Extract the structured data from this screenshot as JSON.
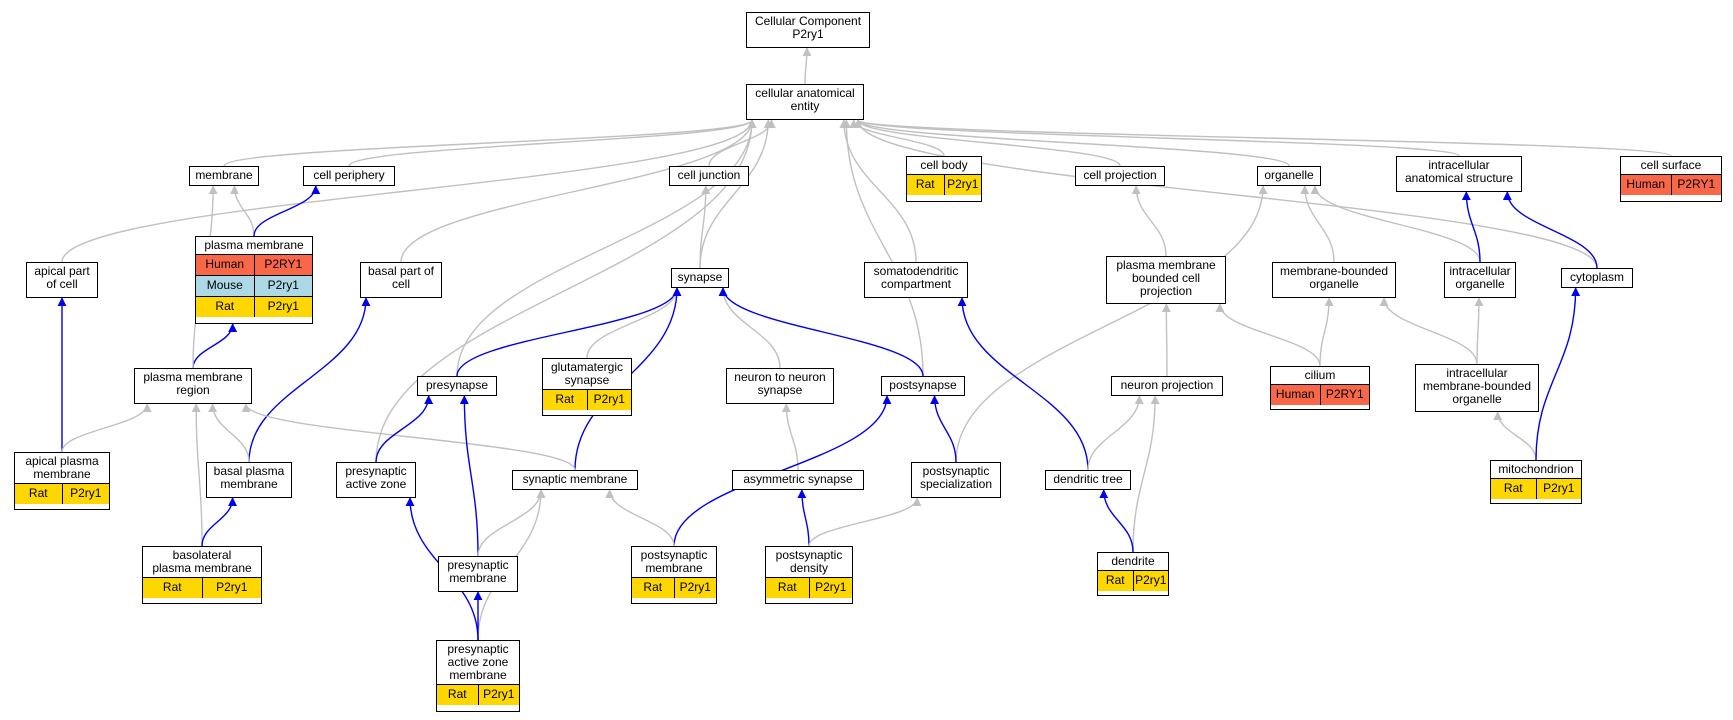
{
  "colors": {
    "gray_edge": "#c0c0c0",
    "blue_edge": "#0000ee",
    "human": "#f96749",
    "mouse": "#add8e6",
    "rat": "#ffd700"
  },
  "nodes": {
    "root": {
      "label": "Cellular Component\nP2ry1"
    },
    "cae": {
      "label": "cellular anatomical\nentity"
    },
    "membrane": {
      "label": "membrane"
    },
    "periphery": {
      "label": "cell periphery"
    },
    "junction": {
      "label": "cell junction"
    },
    "cellbody": {
      "label": "cell body",
      "annotations": [
        [
          "Rat",
          "P2ry1"
        ]
      ]
    },
    "cellproj": {
      "label": "cell projection"
    },
    "organelle": {
      "label": "organelle"
    },
    "ias": {
      "label": "intracellular\nanatomical structure"
    },
    "surface": {
      "label": "cell surface",
      "annotations": [
        [
          "Human",
          "P2RY1"
        ]
      ]
    },
    "apical": {
      "label": "apical part\nof cell"
    },
    "pm": {
      "label": "plasma membrane",
      "annotations": [
        [
          "Human",
          "P2RY1"
        ],
        [
          "Mouse",
          "P2ry1"
        ],
        [
          "Rat",
          "P2ry1"
        ]
      ]
    },
    "basal": {
      "label": "basal part of\ncell"
    },
    "synapse": {
      "label": "synapse"
    },
    "somato": {
      "label": "somatodendritic\ncompartment"
    },
    "pmbcp": {
      "label": "plasma membrane\nbounded cell\nprojection"
    },
    "mbo": {
      "label": "membrane-bounded\norganelle"
    },
    "intraorg": {
      "label": "intracellular\norganelle"
    },
    "cytoplasm": {
      "label": "cytoplasm"
    },
    "pmregion": {
      "label": "plasma membrane\nregion"
    },
    "presyn": {
      "label": "presynapse"
    },
    "glut": {
      "label": "glutamatergic\nsynapse",
      "annotations": [
        [
          "Rat",
          "P2ry1"
        ]
      ]
    },
    "n2n": {
      "label": "neuron to neuron\nsynapse"
    },
    "postsyn": {
      "label": "postsynapse"
    },
    "neuronproj": {
      "label": "neuron projection"
    },
    "cilium": {
      "label": "cilium",
      "annotations": [
        [
          "Human",
          "P2RY1"
        ]
      ]
    },
    "imbo": {
      "label": "intracellular\nmembrane-bounded\norganelle"
    },
    "apicalpm": {
      "label": "apical plasma\nmembrane",
      "annotations": [
        [
          "Rat",
          "P2ry1"
        ]
      ]
    },
    "basalpm": {
      "label": "basal plasma\nmembrane"
    },
    "presynaz": {
      "label": "presynaptic\nactive zone"
    },
    "synmem": {
      "label": "synaptic membrane"
    },
    "asym": {
      "label": "asymmetric synapse"
    },
    "psspec": {
      "label": "postsynaptic\nspecialization"
    },
    "dtree": {
      "label": "dendritic tree"
    },
    "mito": {
      "label": "mitochondrion",
      "annotations": [
        [
          "Rat",
          "P2ry1"
        ]
      ]
    },
    "basolat": {
      "label": "basolateral\nplasma membrane",
      "annotations": [
        [
          "Rat",
          "P2ry1"
        ]
      ]
    },
    "presynmem": {
      "label": "presynaptic\nmembrane"
    },
    "postsynmem": {
      "label": "postsynaptic\nmembrane",
      "annotations": [
        [
          "Rat",
          "P2ry1"
        ]
      ]
    },
    "psd": {
      "label": "postsynaptic\ndensity",
      "annotations": [
        [
          "Rat",
          "P2ry1"
        ]
      ]
    },
    "dendrite": {
      "label": "dendrite",
      "annotations": [
        [
          "Rat",
          "P2ry1"
        ]
      ]
    },
    "pazm": {
      "label": "presynaptic\nactive zone\nmembrane",
      "annotations": [
        [
          "Rat",
          "P2ry1"
        ]
      ]
    }
  }
}
